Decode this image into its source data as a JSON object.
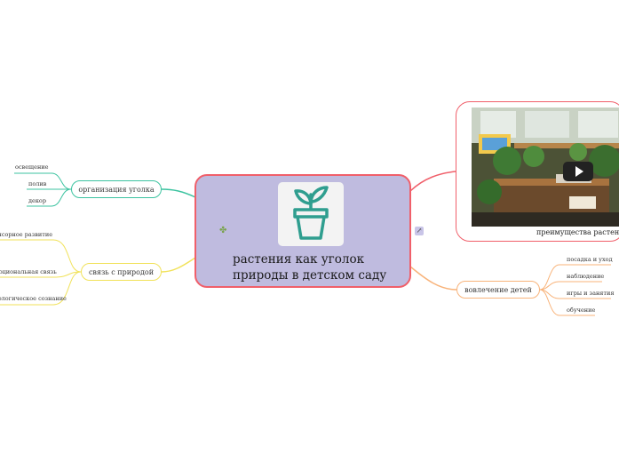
{
  "central": {
    "title_line1": "растения как уголок",
    "title_line2": "природы в детском саду",
    "icon": "potted-plant-icon",
    "sprout_icon": "sprout-icon"
  },
  "branches": {
    "organization": {
      "label": "организация уголка",
      "children": [
        "освещение",
        "полив",
        "декор"
      ]
    },
    "nature": {
      "label": "связь с природой",
      "children": [
        "сенсорное развитие",
        "эмоциональная связь",
        "экологическое сознание"
      ]
    },
    "involvement": {
      "label": "вовлечение детей",
      "children": [
        "посадка и уход",
        "наблюдение",
        "игры и занятия",
        "обучение"
      ]
    },
    "media": {
      "caption": "преимущества растений",
      "icon": "play-icon"
    }
  },
  "link_icon": "external-link-icon",
  "colors": {
    "central_fill": "#bfbbdf",
    "central_border": "#f05f6a",
    "organization": "#3cc3a0",
    "nature": "#f1e25a",
    "involvement": "#f8b37a",
    "media": "#f05f6a",
    "plant_icon": "#2f9e8f"
  }
}
